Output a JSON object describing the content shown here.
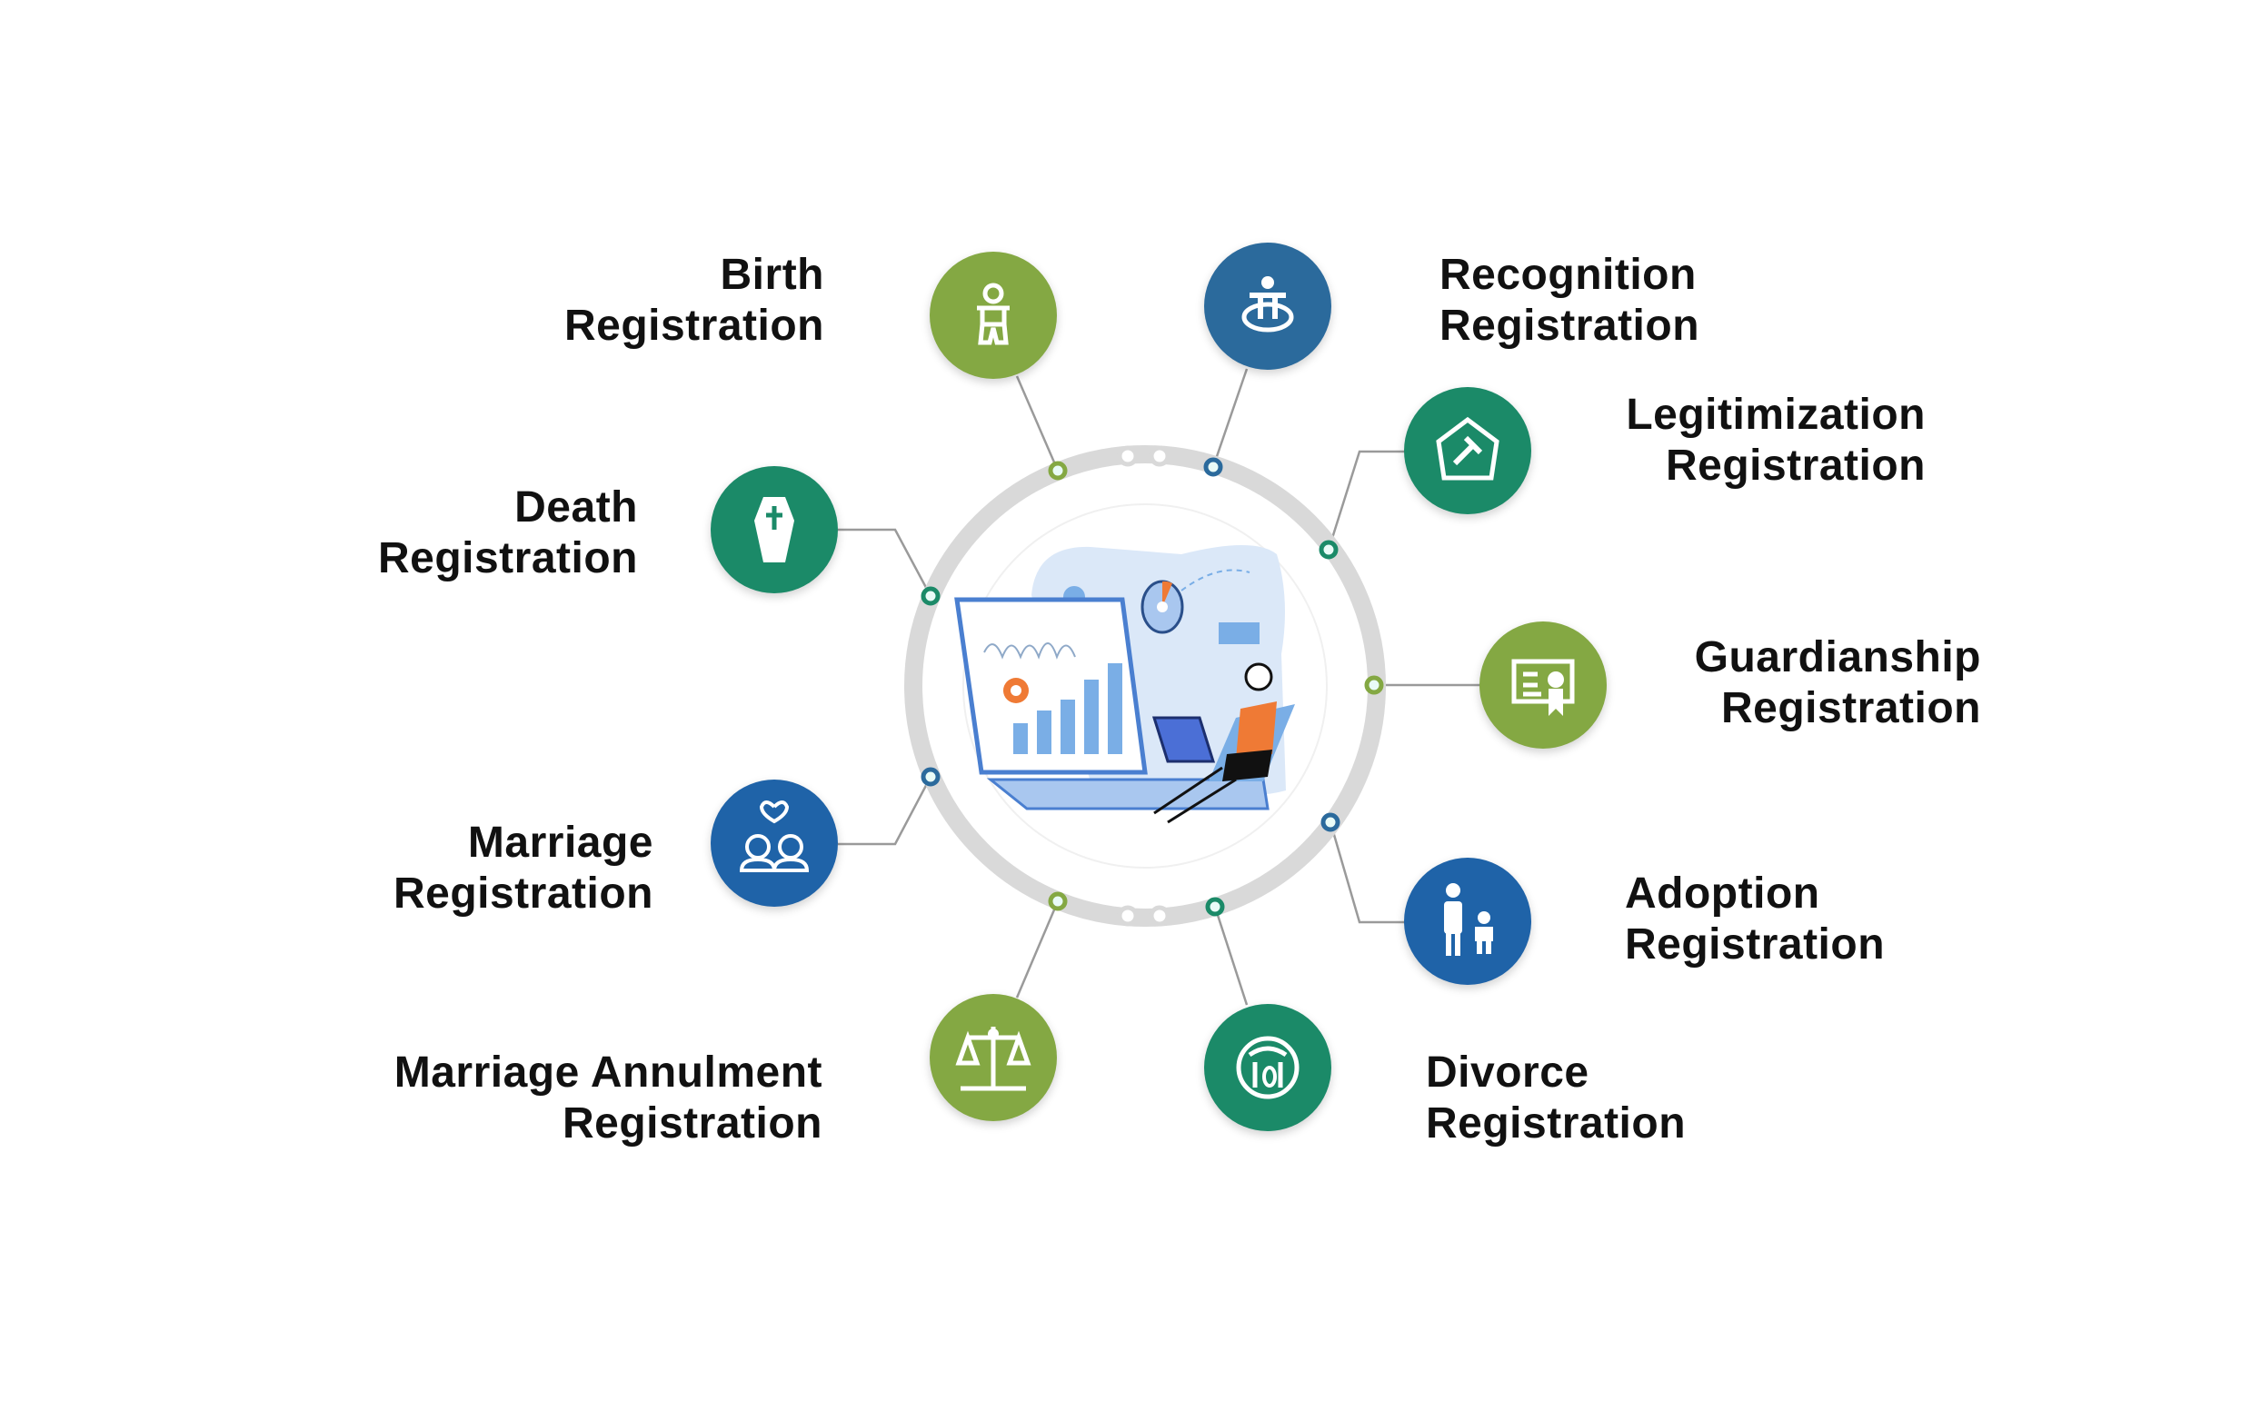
{
  "items": [
    {
      "line1": "Birth",
      "line2": "Registration",
      "color": "#84a843",
      "icon": "baby-icon"
    },
    {
      "line1": "Recognition",
      "line2": "Registration",
      "color": "#2b6a9c",
      "icon": "person-recognition-icon"
    },
    {
      "line1": "Legitimization",
      "line2": "Registration",
      "color": "#1b8a68",
      "icon": "gavel-badge-icon"
    },
    {
      "line1": "Death",
      "line2": "Registration",
      "color": "#1b8a68",
      "icon": "coffin-icon"
    },
    {
      "line1": "Guardianship",
      "line2": "Registration",
      "color": "#84a843",
      "icon": "certificate-icon"
    },
    {
      "line1": "Marriage",
      "line2": "Registration",
      "color": "#1f63a8",
      "icon": "couple-icon"
    },
    {
      "line1": "Adoption",
      "line2": "Registration",
      "color": "#1f63a8",
      "icon": "parent-child-icon"
    },
    {
      "line1": "Marriage Annulment",
      "line2": "Registration",
      "color": "#84a843",
      "icon": "scales-icon"
    },
    {
      "line1": "Divorce",
      "line2": "Registration",
      "color": "#1b8a68",
      "icon": "divorce-icon"
    }
  ],
  "colors": {
    "ring": "#d9d9d9",
    "connector": "#9a9a9a",
    "illustration_blue": "#7aaee6",
    "illustration_orange": "#ef7a35"
  }
}
